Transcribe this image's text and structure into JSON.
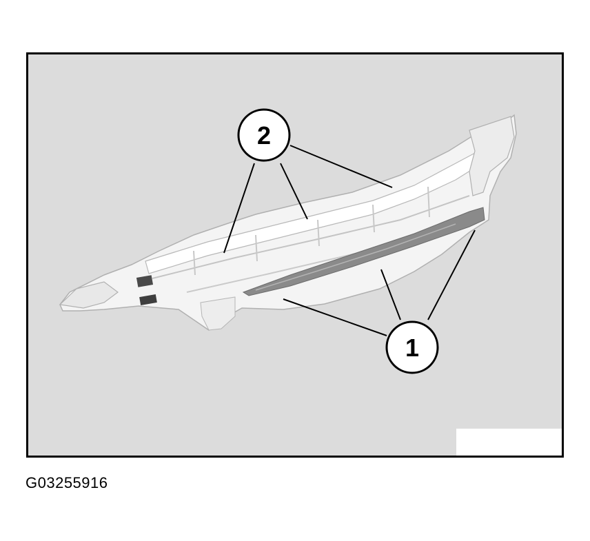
{
  "figure": {
    "id_caption": "G03255916",
    "callouts": [
      {
        "label": "1"
      },
      {
        "label": "2"
      }
    ]
  },
  "colors": {
    "background": "#dcdcdc",
    "frame": "#000000",
    "part_light": "#f4f4f4",
    "part_shadow": "#bdbdbd",
    "strip": "#8a8a8a"
  }
}
